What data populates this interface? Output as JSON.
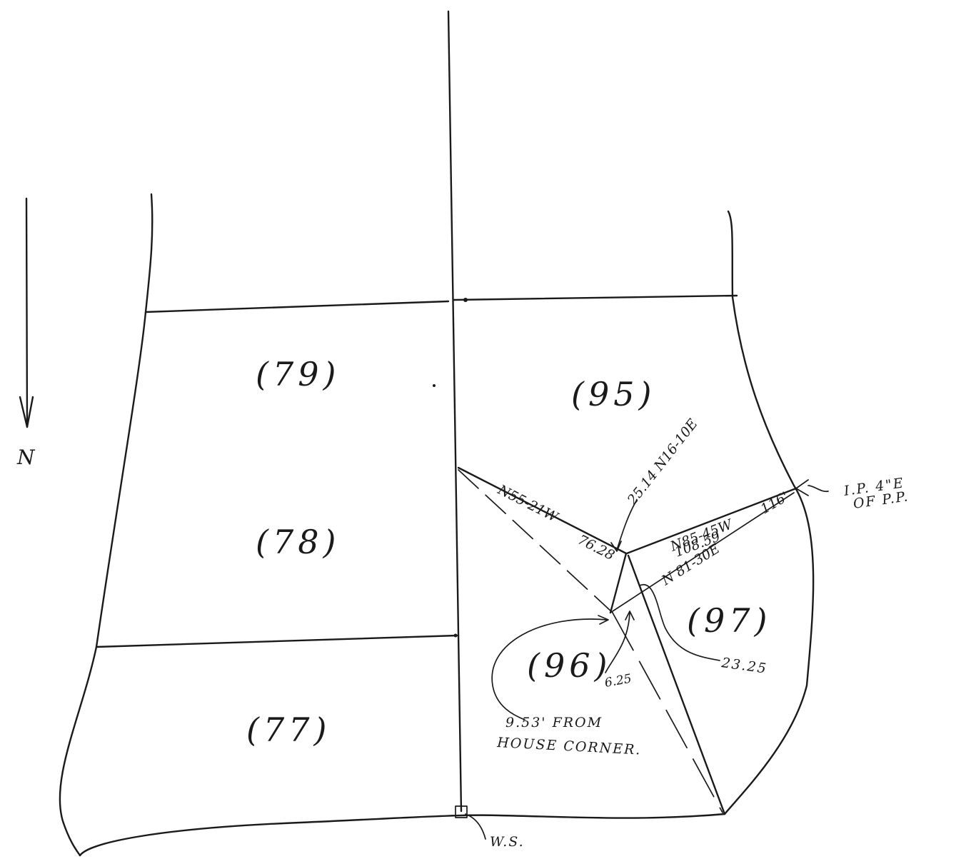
{
  "north_label": "N",
  "lots": {
    "lot_79": "(79)",
    "lot_78": "(78)",
    "lot_77": "(77)",
    "lot_95": "(95)",
    "lot_96": "(96)",
    "lot_97": "(97)"
  },
  "bearings": {
    "n55_21w": "N55-21W",
    "dist_76_28": "76.28",
    "b_25_14": "25.14 N16-10E",
    "n85_45w": "N85-45W",
    "dist_108_59": "108.59",
    "dist_116": "116'",
    "n81_30e": "N 81-30E"
  },
  "notes": {
    "ip_line1": "I.P. 4\"E",
    "ip_line2": "OF P.P.",
    "dist_6_25": "6.25",
    "dist_23_25": "23.25",
    "from_line1": "9.53' FROM",
    "from_line2": "HOUSE CORNER.",
    "ws": "W.S."
  }
}
